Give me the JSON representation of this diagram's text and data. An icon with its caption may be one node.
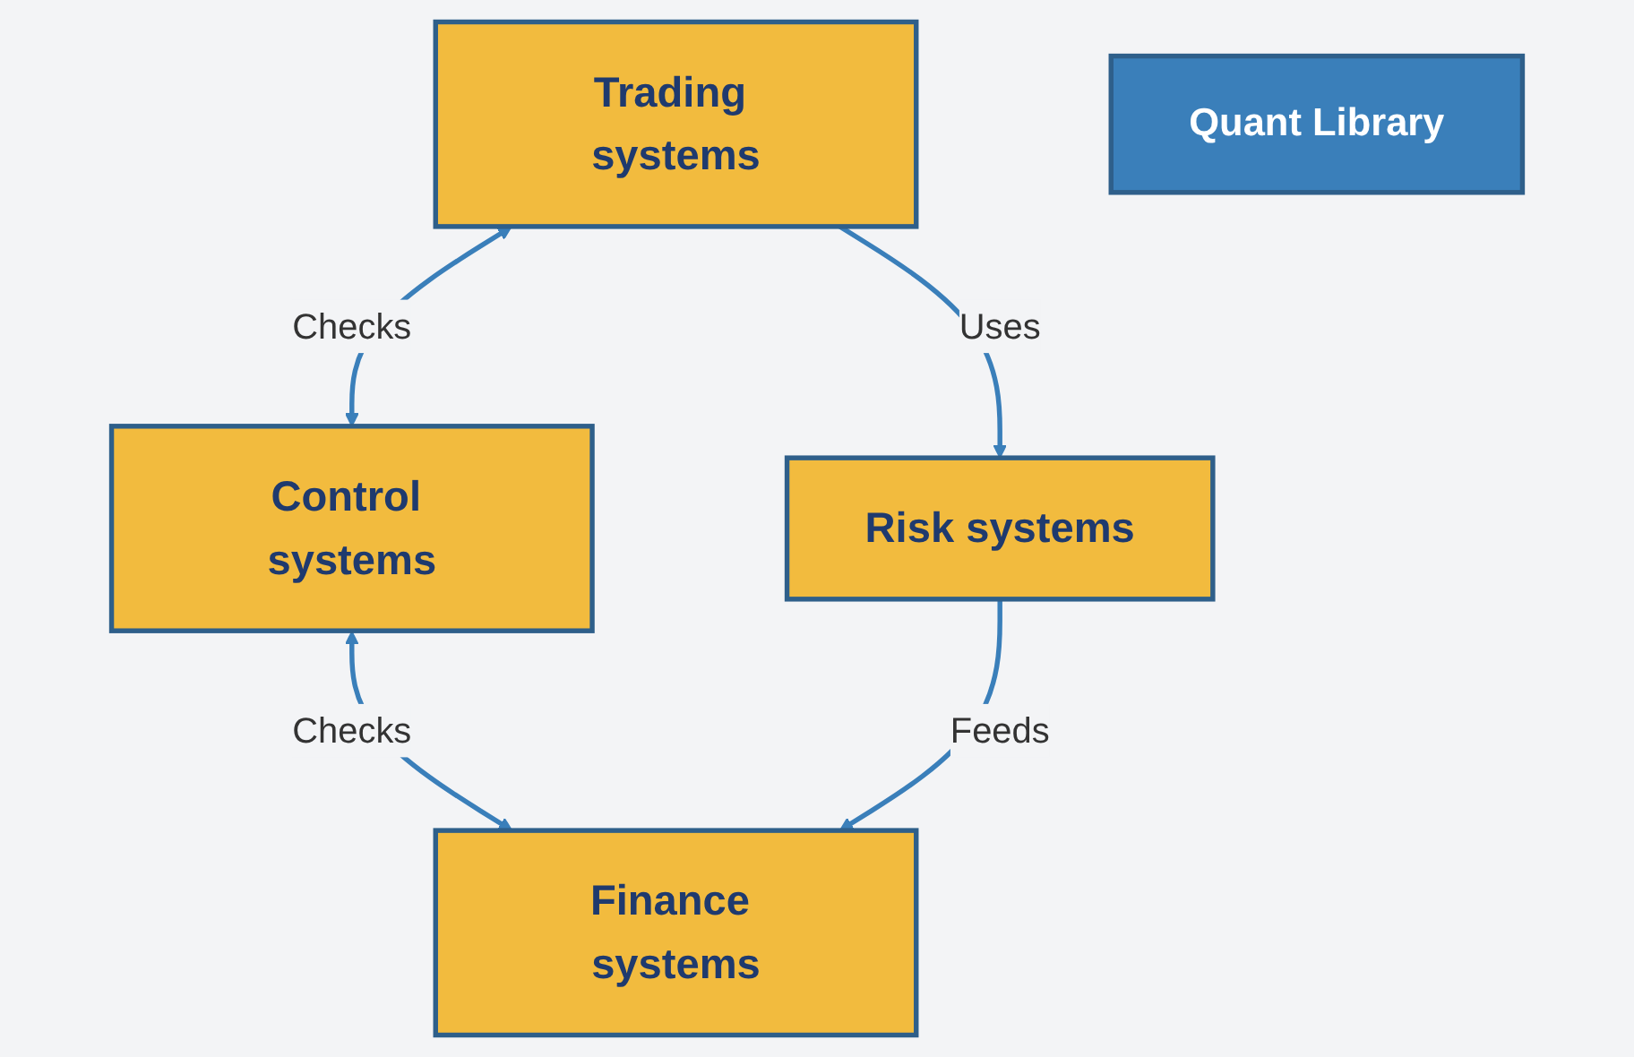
{
  "diagram": {
    "nodes": [
      {
        "text": [
          "Trading systems"
        ]
      },
      {
        "text": [
          "Control systems"
        ]
      },
      {
        "text": [
          "Quant Library"
        ]
      },
      {
        "text": [
          "Risk systems"
        ]
      },
      {
        "text": [
          "Finance systems"
        ]
      }
    ],
    "edges": [
      {
        "from": 0,
        "to": 1,
        "arrow": "both",
        "label": "Checks"
      },
      {
        "from": 0,
        "to": 3,
        "arrow": "to",
        "label": "Uses"
      },
      {
        "from": 1,
        "to": 4,
        "arrow": "both",
        "label": "Checks"
      },
      {
        "from": 3,
        "to": 4,
        "arrow": "to",
        "label": "Feeds"
      }
    ]
  }
}
